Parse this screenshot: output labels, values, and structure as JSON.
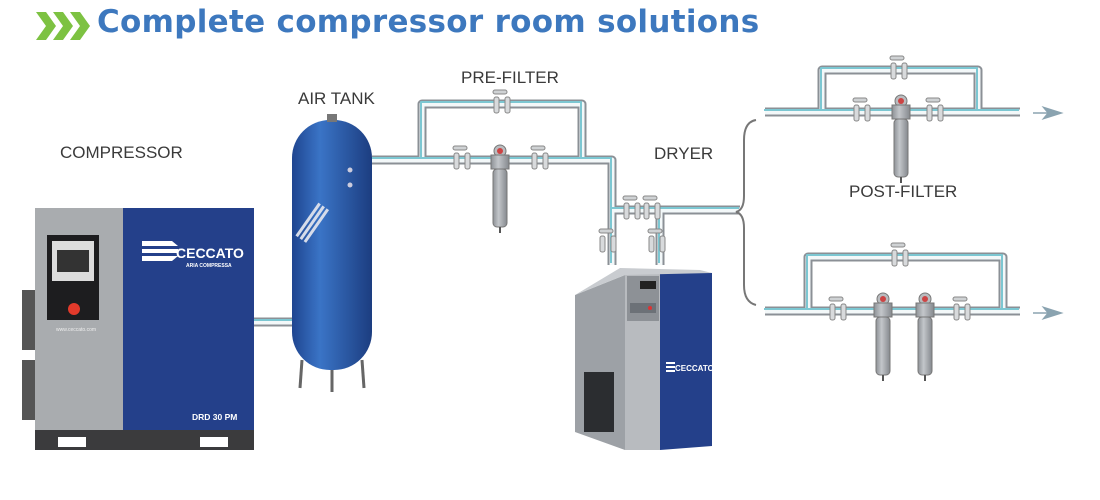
{
  "title": "Complete compressor room solutions",
  "labels": {
    "compressor": "COMPRESSOR",
    "air_tank": "AIR TANK",
    "pre_filter": "PRE-FILTER",
    "dryer": "DRYER",
    "post_filter": "POST-FILTER"
  },
  "compressor": {
    "brand": "CECCATO",
    "brand_sub": "ARIA COMPRESSA",
    "website": "www.ceccato.com",
    "model": "DRD 30 PM"
  },
  "dryer": {
    "brand": "CECCATO"
  },
  "colors": {
    "title": "#3d78be",
    "chevron": "#7dc242",
    "unit_blue": "#243f8a",
    "tank_blue": "#2d5fae",
    "pipe": "#7cc7d2"
  }
}
